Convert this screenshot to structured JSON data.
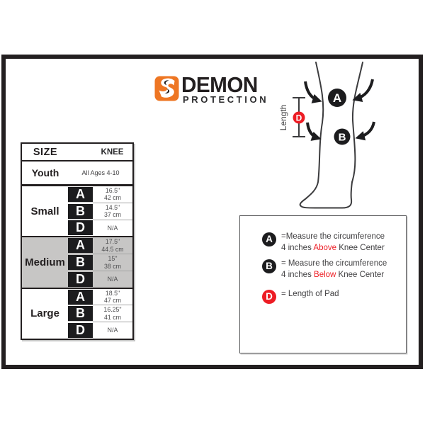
{
  "logo": {
    "brand": "DEMON",
    "subtitle": "PROTECTION",
    "icon": "demon-head-icon"
  },
  "size_chart": {
    "header": {
      "size": "SIZE",
      "knee": "KNEE"
    },
    "youth": {
      "label": "Youth",
      "value": "All Ages 4-10"
    },
    "sections": [
      {
        "label": "Small",
        "highlight": false,
        "rows": [
          {
            "letter": "A",
            "line1": "16.5\"",
            "line2": "42 cm"
          },
          {
            "letter": "B",
            "line1": "14.5\"",
            "line2": "37 cm"
          },
          {
            "letter": "D",
            "line1": "N/A",
            "line2": ""
          }
        ]
      },
      {
        "label": "Medium",
        "highlight": true,
        "rows": [
          {
            "letter": "A",
            "line1": "17.5\"",
            "line2": "44.5 cm"
          },
          {
            "letter": "B",
            "line1": "15\"",
            "line2": "38 cm"
          },
          {
            "letter": "D",
            "line1": "N/A",
            "line2": ""
          }
        ]
      },
      {
        "label": "Large",
        "highlight": false,
        "rows": [
          {
            "letter": "A",
            "line1": "18.5\"",
            "line2": "47 cm"
          },
          {
            "letter": "B",
            "line1": "16.25\"",
            "line2": "41 cm"
          },
          {
            "letter": "D",
            "line1": "N/A",
            "line2": ""
          }
        ]
      }
    ]
  },
  "diagram": {
    "length_label": "Length",
    "marker_a": "A",
    "marker_b": "B",
    "marker_d": "D"
  },
  "legend": {
    "items": [
      {
        "letter": "A",
        "line1": "=Measure the circumference",
        "line2_pre": "4 inches ",
        "line2_highlight": "Above",
        "line2_post": " Knee Center"
      },
      {
        "letter": "B",
        "line1": "= Measure the circumference",
        "line2_pre": "4 inches ",
        "line2_highlight": "Below",
        "line2_post": " Knee Center"
      },
      {
        "letter": "D",
        "line1": "= Length of Pad",
        "line2_pre": "",
        "line2_highlight": "",
        "line2_post": ""
      }
    ]
  },
  "colors": {
    "brand_orange": "#EE7623",
    "accent_red": "#ED1C24",
    "ink_black": "#231F20",
    "medium_row_gray": "#C7C6C5"
  }
}
